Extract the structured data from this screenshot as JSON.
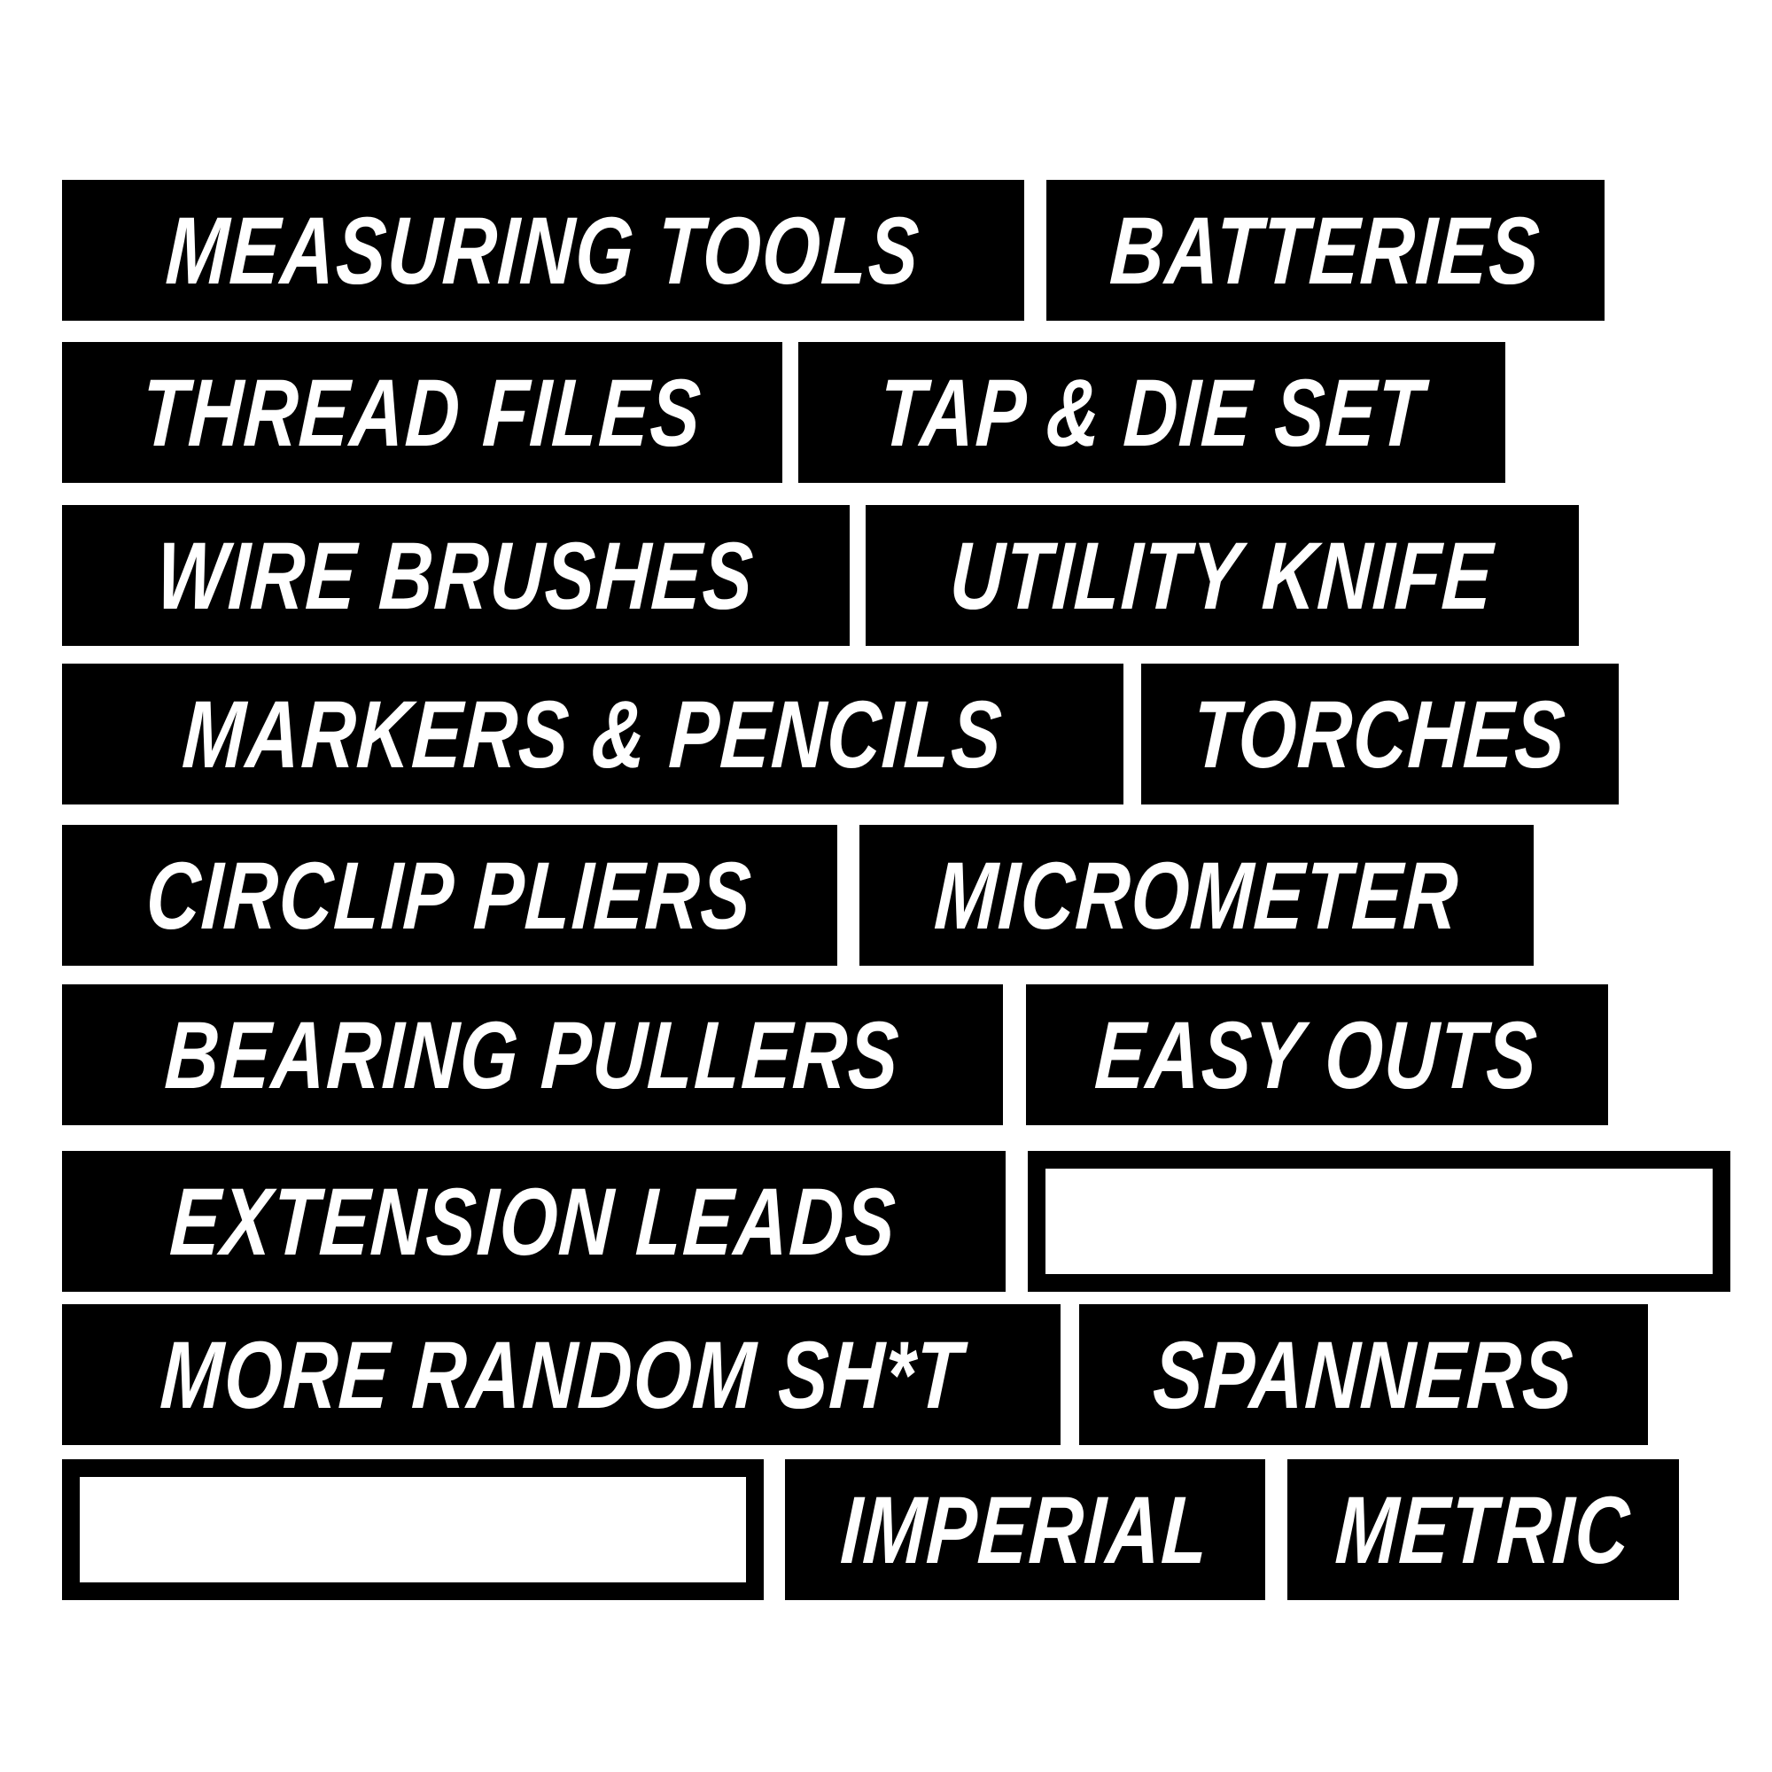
{
  "sheet": {
    "background": "#ffffff",
    "label_background": "#000000",
    "label_text_color": "#ffffff",
    "labels": [
      {
        "id": "measuring-tools",
        "text": "MEASURING TOOLS",
        "type": "filled",
        "row": 1
      },
      {
        "id": "batteries",
        "text": "BATTERIES",
        "type": "filled",
        "row": 1
      },
      {
        "id": "thread-files",
        "text": "THREAD FILES",
        "type": "filled",
        "row": 2
      },
      {
        "id": "tap-and-die-set",
        "text": "TAP & DIE SET",
        "type": "filled",
        "row": 2
      },
      {
        "id": "wire-brushes",
        "text": "WIRE BRUSHES",
        "type": "filled",
        "row": 3
      },
      {
        "id": "utility-knife",
        "text": "UTILITY KNIFE",
        "type": "filled",
        "row": 3
      },
      {
        "id": "markers-and-pencils",
        "text": "MARKERS & PENCILS",
        "type": "filled",
        "row": 4
      },
      {
        "id": "torches",
        "text": "TORCHES",
        "type": "filled",
        "row": 4
      },
      {
        "id": "circlip-pliers",
        "text": "CIRCLIP PLIERS",
        "type": "filled",
        "row": 5
      },
      {
        "id": "micrometer",
        "text": "MICROMETER",
        "type": "filled",
        "row": 5
      },
      {
        "id": "bearing-pullers",
        "text": "BEARING PULLERS",
        "type": "filled",
        "row": 6
      },
      {
        "id": "easy-outs",
        "text": "EASY OUTS",
        "type": "filled",
        "row": 6
      },
      {
        "id": "extension-leads",
        "text": "EXTENSION LEADS",
        "type": "filled",
        "row": 7
      },
      {
        "id": "blank-1",
        "text": "",
        "type": "blank",
        "row": 7
      },
      {
        "id": "more-random-sht",
        "text": "MORE RANDOM SH*T",
        "type": "filled",
        "row": 8
      },
      {
        "id": "spanners",
        "text": "SPANNERS",
        "type": "filled",
        "row": 8
      },
      {
        "id": "blank-2",
        "text": "",
        "type": "blank",
        "row": 9
      },
      {
        "id": "imperial",
        "text": "IMPERIAL",
        "type": "filled",
        "row": 9
      },
      {
        "id": "metric",
        "text": "METRIC",
        "type": "filled",
        "row": 9
      }
    ]
  }
}
